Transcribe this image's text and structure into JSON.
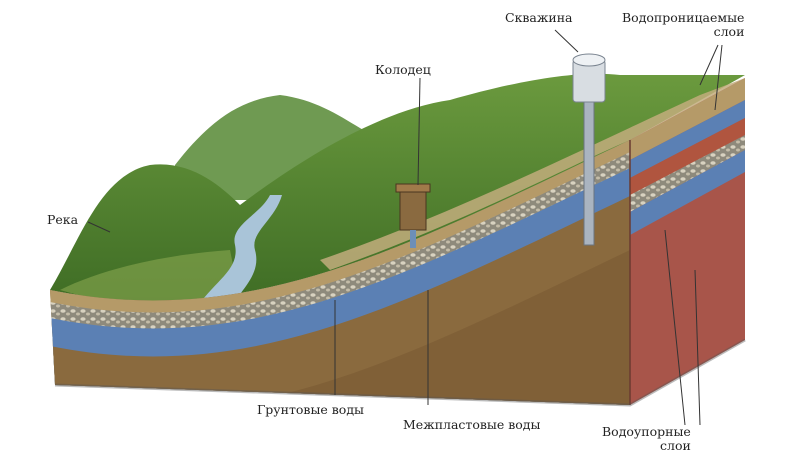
{
  "labels": {
    "borehole": "Скважина",
    "permeable": [
      "Водопроницаемые",
      "слои"
    ],
    "well": "Колодец",
    "river": "Река",
    "groundwater": "Грунтовые воды",
    "interlayer": "Межпластовые воды",
    "impermeable": [
      "Водоупорные",
      "слои"
    ]
  },
  "colors": {
    "grass": "#4f7f2e",
    "soil": "#b59a68",
    "gravel": "#8e8a7c",
    "aquifer": "#5b80b4",
    "clay": "#8a6a3e",
    "red_clay": "#a8554a",
    "river": "#a9c4d8"
  }
}
